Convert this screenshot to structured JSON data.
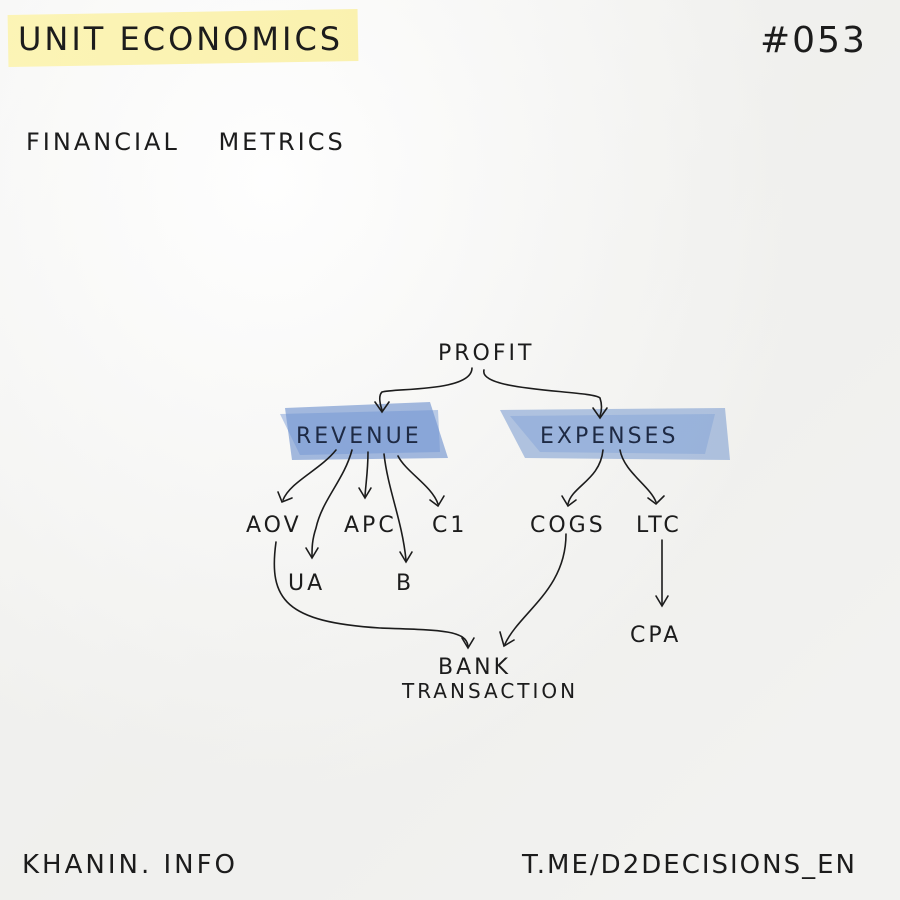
{
  "header": {
    "title": "UNIT ECONOMICS",
    "issue": "#053"
  },
  "subtitle": "FINANCIAL METRICS",
  "diagram": {
    "nodes": {
      "profit": "PROFIT",
      "revenue": "REVENUE",
      "expenses": "EXPENSES",
      "aov": "AOV",
      "apc": "APC",
      "c1": "C1",
      "ua": "UA",
      "b": "B",
      "cogs": "COGS",
      "ltc": "LTC",
      "cpa": "CPA",
      "bank_line1": "BANK",
      "bank_line2": "TRANSACTION"
    },
    "highlight_color": "#5b84c8"
  },
  "footer": {
    "left": "KHANIN. INFO",
    "right": "T.ME/D2DECISIONS_EN"
  }
}
